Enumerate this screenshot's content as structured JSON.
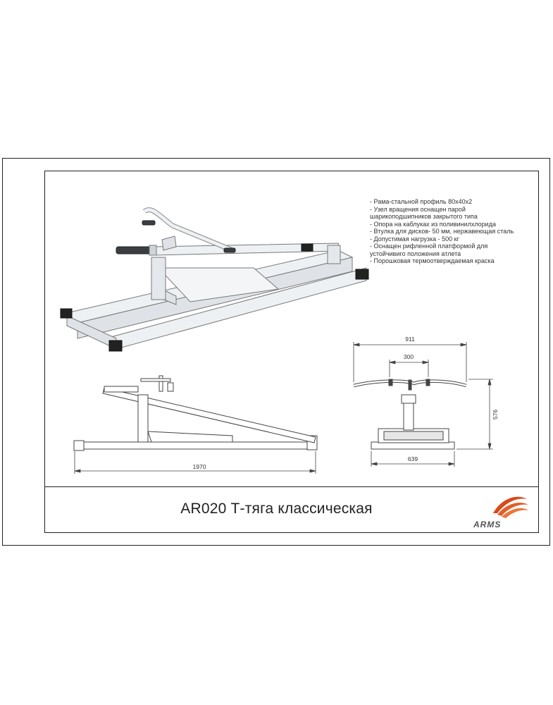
{
  "specs": [
    "- Рама-стальной профиль 80x40x2",
    "- Узел вращения оснащен парой",
    "шарикоподшипников закрытого типа",
    "- Опора на каблуках из поливинилхлорида",
    "- Втулка для дисков- 50 мм, нержавеющая сталь",
    "- Допустимая нагрузка - 500 кг",
    "- Оснащен рифленной платформой для",
    "устойчивиго положения атлета",
    "- Порошковая термоотверждаемая краска"
  ],
  "title": "AR020 Т-тяга классическая",
  "dimensions": {
    "length": "1970",
    "width_total": "911",
    "handle_spacing": "300",
    "height": "576",
    "base_width": "639"
  },
  "logo": {
    "text": "ARMS"
  },
  "colors": {
    "frame": "#e9edf2",
    "pads": "#222222",
    "logo": "#d84a1b"
  }
}
